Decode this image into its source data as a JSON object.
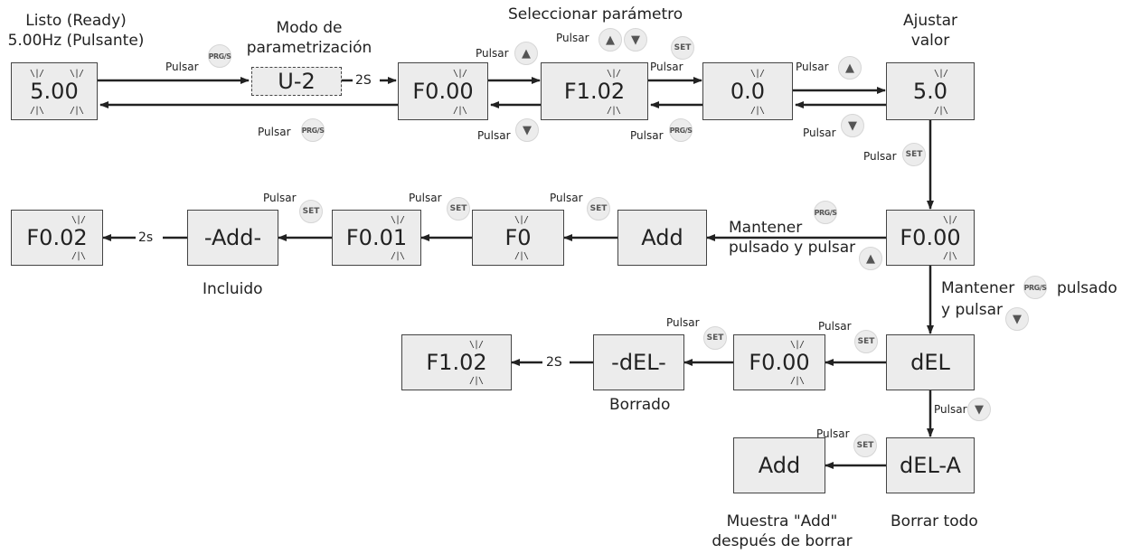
{
  "labels": {
    "ready": [
      "Listo (Ready)",
      "5.00Hz (Pulsante)"
    ],
    "param_mode": [
      "Modo de",
      "parametrización"
    ],
    "select_param": "Seleccionar parámetro",
    "adjust_value": [
      "Ajustar",
      "valor"
    ],
    "hold_press_1": [
      "Mantener",
      "pulsado y pulsar"
    ],
    "hold_press_2_a": "Mantener",
    "hold_press_2_b": "pulsado",
    "hold_press_2_c": "y pulsar",
    "included": "Incluido",
    "deleted": "Borrado",
    "delete_all": "Borrar todo",
    "shows_add": [
      "Muestra \"Add\"",
      "después de borrar"
    ]
  },
  "displays": {
    "d1": "5.00",
    "d2": "U-2",
    "d3": "F0.00",
    "d4": "F1.02",
    "d5": "0.0",
    "d6": "5.0",
    "d7": "F0.00",
    "d8": "Add",
    "d9": "F0",
    "d10": "F0.01",
    "d11": "-Add-",
    "d12": "F0.02",
    "d13": "dEL",
    "d14": "F0.00",
    "d15": "-dEL-",
    "d16": "F1.02",
    "d17": "dEL-A",
    "d18": "Add"
  },
  "small_text": {
    "pulsar": "Pulsar",
    "two_s_upper": "2S",
    "two_s_lower": "2s"
  },
  "buttons": {
    "prg": "PRG/S",
    "set": "SET",
    "up": "▲",
    "down": "▼"
  },
  "colors": {
    "display_bg": "#ececec",
    "line": "#222222"
  }
}
